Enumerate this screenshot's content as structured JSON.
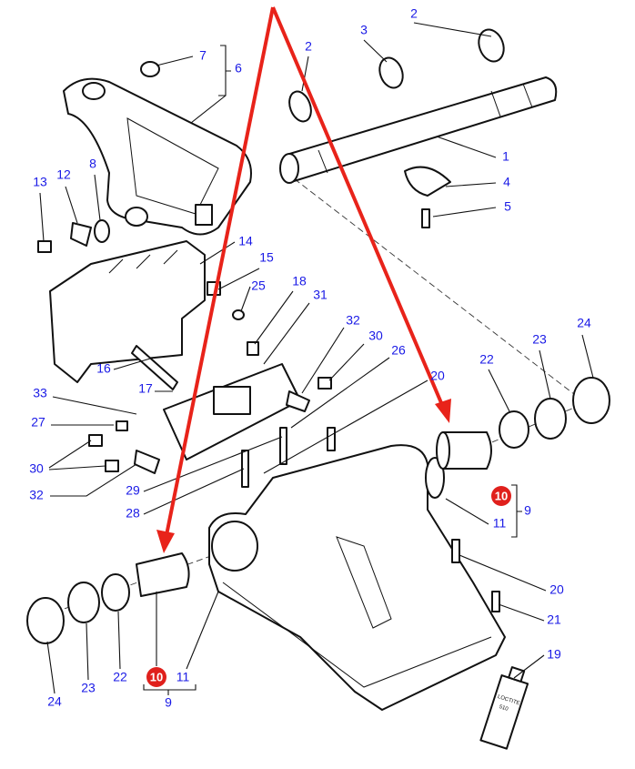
{
  "labels": [
    "7",
    "6",
    "2",
    "3",
    "2",
    "1",
    "4",
    "5",
    "13",
    "12",
    "8",
    "14",
    "15",
    "25",
    "18",
    "31",
    "16",
    "32",
    "30",
    "26",
    "20",
    "24",
    "23",
    "22",
    "17",
    "33",
    "27",
    "30",
    "32",
    "29",
    "28",
    "9",
    "11",
    "20",
    "21",
    "19",
    "24",
    "23",
    "22",
    "11",
    "9"
  ],
  "highlight_labels": [
    "10",
    "10"
  ],
  "tube_text": [
    "LOCTITE",
    "510"
  ],
  "colors": {
    "label": "#1a1ae6",
    "arrow": "#e8231a",
    "highlight": "#e0201c"
  }
}
